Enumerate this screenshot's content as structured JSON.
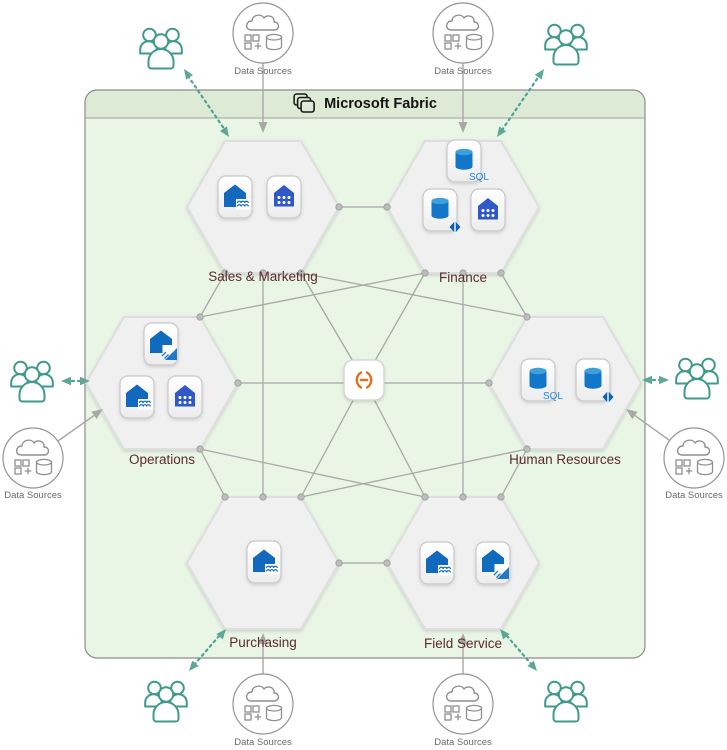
{
  "diagram_title": {
    "label": "Microsoft Fabric"
  },
  "domains": [
    {
      "label": "Sales & Marketing",
      "workloads": [
        "lakehouse",
        "warehouse"
      ]
    },
    {
      "label": "Finance",
      "workloads": [
        "sql-database",
        "mirrored-database",
        "warehouse"
      ]
    },
    {
      "label": "Operations",
      "workloads": [
        "lakehouse-shortcut",
        "lakehouse",
        "warehouse"
      ]
    },
    {
      "label": "Human Resources",
      "workloads": [
        "sql-database",
        "mirrored-database"
      ]
    },
    {
      "label": "Purchasing",
      "workloads": [
        "lakehouse"
      ]
    },
    {
      "label": "Field Service",
      "workloads": [
        "lakehouse",
        "lakehouse-shortcut"
      ]
    }
  ],
  "data_sources_label": "Data Sources",
  "icon_labels": {
    "sql": "SQL"
  },
  "icons": {
    "hub": "link-icon",
    "consumers": "user-group-icon",
    "sources": "cloud-grid-database-icon",
    "title": "fabric-layers-icon"
  },
  "colors": {
    "fabric_fill": "#e9f5e5",
    "fabric_band": "#dcead6",
    "hexagon_fill": "#f0f0f0",
    "connector_gray": "#a8a8a8",
    "consumer_teal": "#4da395",
    "domain_label": "#5c2c2c",
    "workload_blue": "#1168bd",
    "warehouse_blue": "#2f58c8",
    "hub_orange": "#e0701e"
  }
}
